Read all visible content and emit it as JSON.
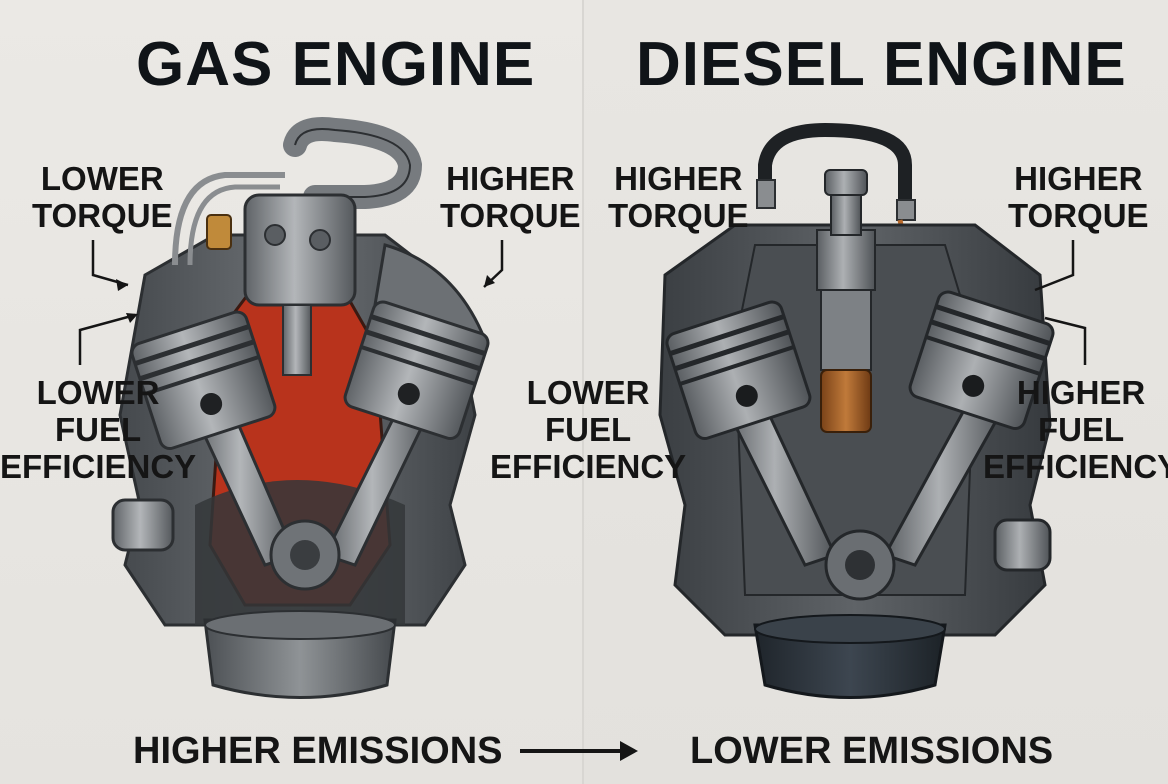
{
  "gas": {
    "title": "GAS ENGINE",
    "label_left_top": [
      "LOWER",
      "TORQUE"
    ],
    "label_right_top": [
      "HIGHER",
      "TORQUE"
    ],
    "label_left_bottom": [
      "LOWER",
      "FUEL",
      "EFFICIENCY"
    ],
    "emissions": "HIGHER EMISSIONS"
  },
  "diesel": {
    "title": "DIESEL ENGINE",
    "label_left_top": [
      "HIGHER",
      "TORQUE"
    ],
    "label_right_top": [
      "HIGHER",
      "TORQUE"
    ],
    "label_left_bottom": [
      "LOWER",
      "FUEL",
      "EFFICIENCY"
    ],
    "label_right_bottom": [
      "HIGHER",
      "FUEL",
      "EFFICIENCY"
    ],
    "emissions": "LOWER EMISSIONS"
  },
  "colors": {
    "gas_combustion": "#b8331c",
    "diesel_injector": "#a9622b",
    "metal": "#8a8d90",
    "dark_metal": "#4a4e52",
    "diesel_pan": "#2b3138"
  },
  "icons": {
    "arrow": "arrow-right-icon"
  }
}
